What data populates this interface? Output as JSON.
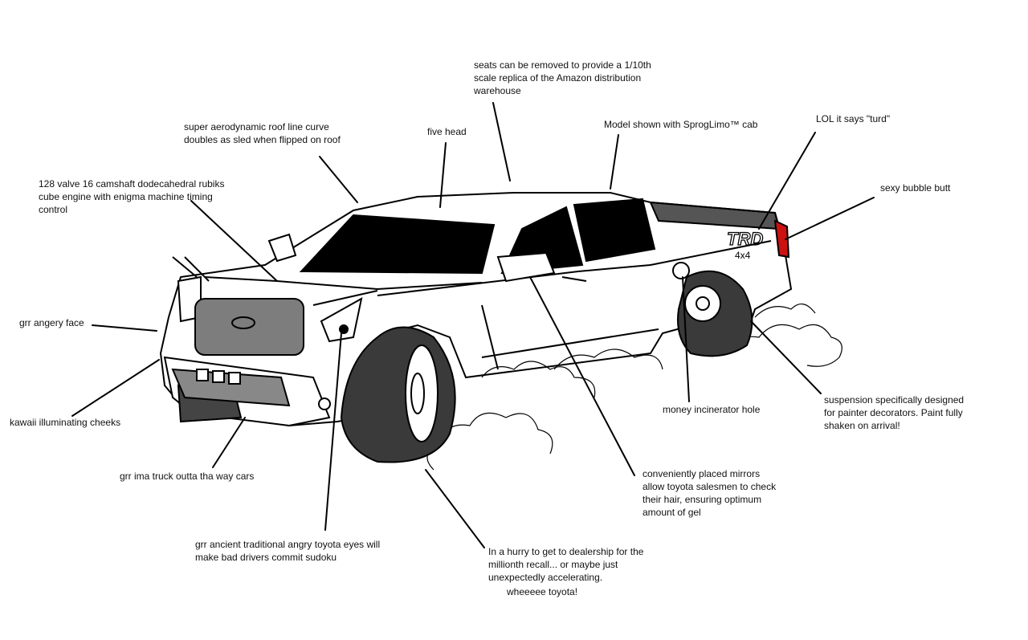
{
  "colors": {
    "outline": "#000000",
    "grille": "#7d7d7d",
    "tire": "#3a3a3a",
    "tail_light": "#cc1111",
    "bed_cover": "#555555"
  },
  "truck": {
    "badge_text": "TRD",
    "badge_sub": "4x4"
  },
  "annotations": {
    "seats": "seats can be removed to provide a 1/10th\nscale replica of the Amazon distribution\nwarehouse",
    "roof": "super aerodynamic roof line curve\ndoubles as sled when flipped on roof",
    "five_head": "five head",
    "model": "Model shown with SprogLimo™ cab",
    "lol": "LOL it says \"turd\"",
    "engine": "128 valve 16 camshaft dodecahedral rubiks\ncube engine with enigma machine timing\ncontrol",
    "bubble_butt": "sexy bubble butt",
    "angery_face": "grr angery face",
    "cheeks": "kawaii illuminating cheeks",
    "money_hole": "money incinerator hole",
    "suspension": "suspension specifically designed\nfor painter decorators. Paint fully\nshaken on arrival!",
    "grr_truck": "grr ima truck outta tha way cars",
    "mirrors": "conveniently placed mirrors\nallow toyota salesmen to check\ntheir hair, ensuring optimum\namount of gel",
    "eyes": "grr ancient traditional angry toyota eyes will\nmake bad drivers commit sudoku",
    "hurry": "In a hurry to get to dealership for the\nmillionth recall... or maybe just\nunexpectedly accelerating.",
    "wheeeee": "wheeeee toyota!"
  }
}
